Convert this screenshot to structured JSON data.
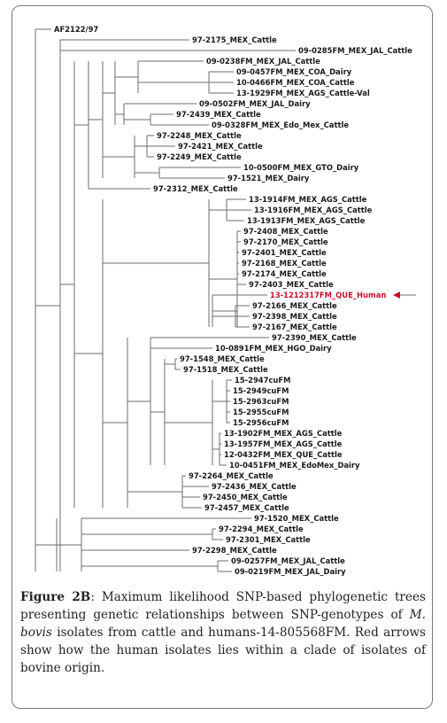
{
  "figure": {
    "caption_label": "Figure 2B",
    "caption_sep": ":",
    "caption_part1": " Maximum likelihood SNP-based phylogenetic trees presenting genetic relationships between SNP-genotypes of ",
    "caption_species": "M. bovis",
    "caption_part2": " isolates from cattle and humans-14-805568FM. Red arrows show how the human isolates lies within a clade of isolates of bovine origin."
  },
  "tree": {
    "colors": {
      "branch": "#6e6e6e",
      "label": "#1a1a1a",
      "highlight": "#c8102e"
    },
    "highlight_marker": "red-arrow",
    "leaves": [
      {
        "id": "AF2122/97"
      },
      {
        "id": "97-2175_MEX_Cattle"
      },
      {
        "id": "09-0285FM_MEX_JAL_Cattle"
      },
      {
        "id": "09-0238FM_MEX_JAL_Cattle"
      },
      {
        "id": "09-0457FM_MEX_COA_Dairy"
      },
      {
        "id": "10-0466FM_MEX_COA_Cattle"
      },
      {
        "id": "13-1929FM_MEX_AGS_Cattle-Val"
      },
      {
        "id": "09-0502FM_MEX_JAL_Dairy"
      },
      {
        "id": "97-2439_MEX_Cattle"
      },
      {
        "id": "09-0328FM_MEX_Edo_Mex_Cattle"
      },
      {
        "id": "97-2248_MEX_Cattle"
      },
      {
        "id": "97-2421_MEX_Cattle"
      },
      {
        "id": "97-2249_MEX_Cattle"
      },
      {
        "id": "10-0500FM_MEX_GTO_Dairy"
      },
      {
        "id": "97-1521_MEX_Dairy"
      },
      {
        "id": "97-2312_MEX_Cattle"
      },
      {
        "id": "13-1914FM_MEX_AGS_Cattle"
      },
      {
        "id": "13-1916FM_MEX_AGS_Cattle"
      },
      {
        "id": "13-1913FM_MEX_AGS_Cattle"
      },
      {
        "id": "97-2408_MEX_Cattle"
      },
      {
        "id": "97-2170_MEX_Cattle"
      },
      {
        "id": "97-2401_MEX_Cattle"
      },
      {
        "id": "97-2168_MEX_Cattle"
      },
      {
        "id": "97-2174_MEX_Cattle"
      },
      {
        "id": "97-2403_MEX_Cattle"
      },
      {
        "id": "13-1212317FM_QUE_Human",
        "highlight": true
      },
      {
        "id": "97-2166_MEX_Cattle"
      },
      {
        "id": "97-2398_MEX_Cattle"
      },
      {
        "id": "97-2167_MEX_Cattle"
      },
      {
        "id": "97-2390_MEX_Cattle"
      },
      {
        "id": "10-0891FM_MEX_HGO_Dairy"
      },
      {
        "id": "97-1548_MEX_Cattle"
      },
      {
        "id": "97-1518_MEX_Cattle"
      },
      {
        "id": "15-2947cuFM"
      },
      {
        "id": "15-2949cuFM"
      },
      {
        "id": "15-2963cuFM"
      },
      {
        "id": "15-2955cuFM"
      },
      {
        "id": "15-2956cuFM"
      },
      {
        "id": "13-1902FM_MEX_AGS_Cattle"
      },
      {
        "id": "13-1957FM_MEX_AGS_Cattle"
      },
      {
        "id": "12-0432FM_MEX_QUE_Cattle"
      },
      {
        "id": "10-0451FM_MEX_EdoMex_Dairy"
      },
      {
        "id": "97-2264_MEX_Cattle"
      },
      {
        "id": "97-2436_MEX_Cattle"
      },
      {
        "id": "97-2450_MEX_Cattle"
      },
      {
        "id": "97-2457_MEX_Cattle"
      },
      {
        "id": "97-1520_MEX_Cattle"
      },
      {
        "id": "97-2294_MEX_Cattle"
      },
      {
        "id": "97-2301_MEX_Cattle"
      },
      {
        "id": "97-2298_MEX_Cattle"
      },
      {
        "id": "09-0257FM_MEX_JAL_Cattle"
      },
      {
        "id": "09-0219FM_MEX_JAL_Dairy"
      }
    ]
  }
}
